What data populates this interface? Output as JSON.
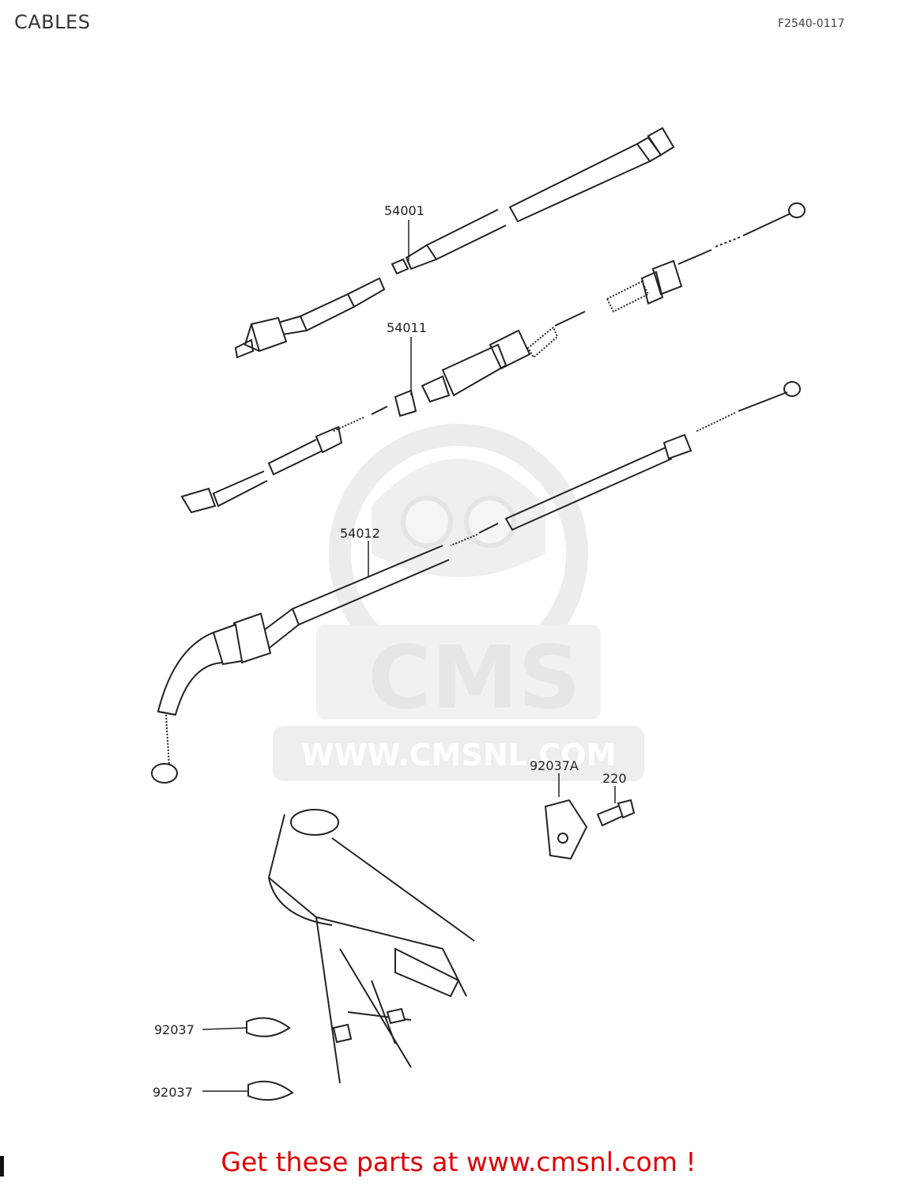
{
  "header": {
    "title": "CABLES",
    "figure_code": "F2540-0117"
  },
  "watermark": {
    "brand": "CMS",
    "url": "WWW.CMSNL.COM"
  },
  "callouts": {
    "speedometer_cable": "54001",
    "clutch_cable": "54011",
    "throttle_cable": "54012",
    "bracket": "92037A",
    "bolt": "220",
    "clamp_upper": "92037",
    "clamp_lower": "92037"
  },
  "footer": {
    "link_text": "Get these parts at www.cmsnl.com !"
  },
  "colors": {
    "line": "#222222",
    "watermark": "#e6e6e6",
    "footer_link": "#e00000"
  }
}
